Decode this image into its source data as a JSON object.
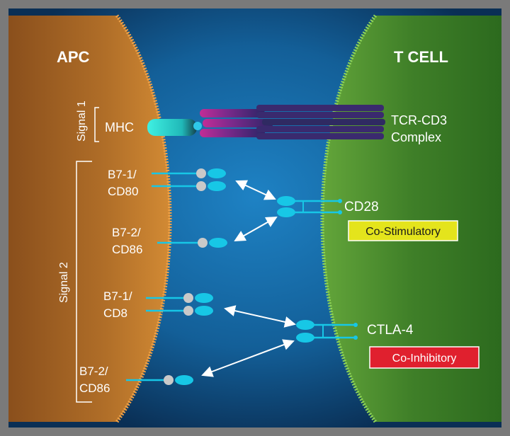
{
  "headers": {
    "apc": "APC",
    "tcell": "T CELL"
  },
  "signals": {
    "signal1": "Signal 1",
    "signal2": "Signal 2"
  },
  "apc_labels": {
    "mhc": "MHC",
    "b7_1_cd80_line1": "B7-1/",
    "b7_1_cd80_line2": "CD80",
    "b7_2_cd86_a_line1": "B7-2/",
    "b7_2_cd86_a_line2": "CD86",
    "b7_1_cd8_line1": "B7-1/",
    "b7_1_cd8_line2": "CD8",
    "b7_2_cd86_b_line1": "B7-2/",
    "b7_2_cd86_b_line2": "CD86"
  },
  "tcell_labels": {
    "tcr_line1": "TCR-CD3",
    "tcr_line2": "Complex",
    "cd28": "CD28",
    "ctla4": "CTLA-4"
  },
  "badges": {
    "costim": {
      "text": "Co-Stimulatory",
      "color": "#e4e41c"
    },
    "coinhib": {
      "text": "Co-Inhibitory",
      "color": "#e0202e"
    }
  },
  "colors": {
    "apc": "#c07a2a",
    "tcell": "#4f8a2e",
    "synapse": "#1a6aa8",
    "receptor": "#17c7e6",
    "ligand_head": "#c9c9c9",
    "mhc": "#2ee0d6",
    "tcr": "#8a2d8f"
  }
}
